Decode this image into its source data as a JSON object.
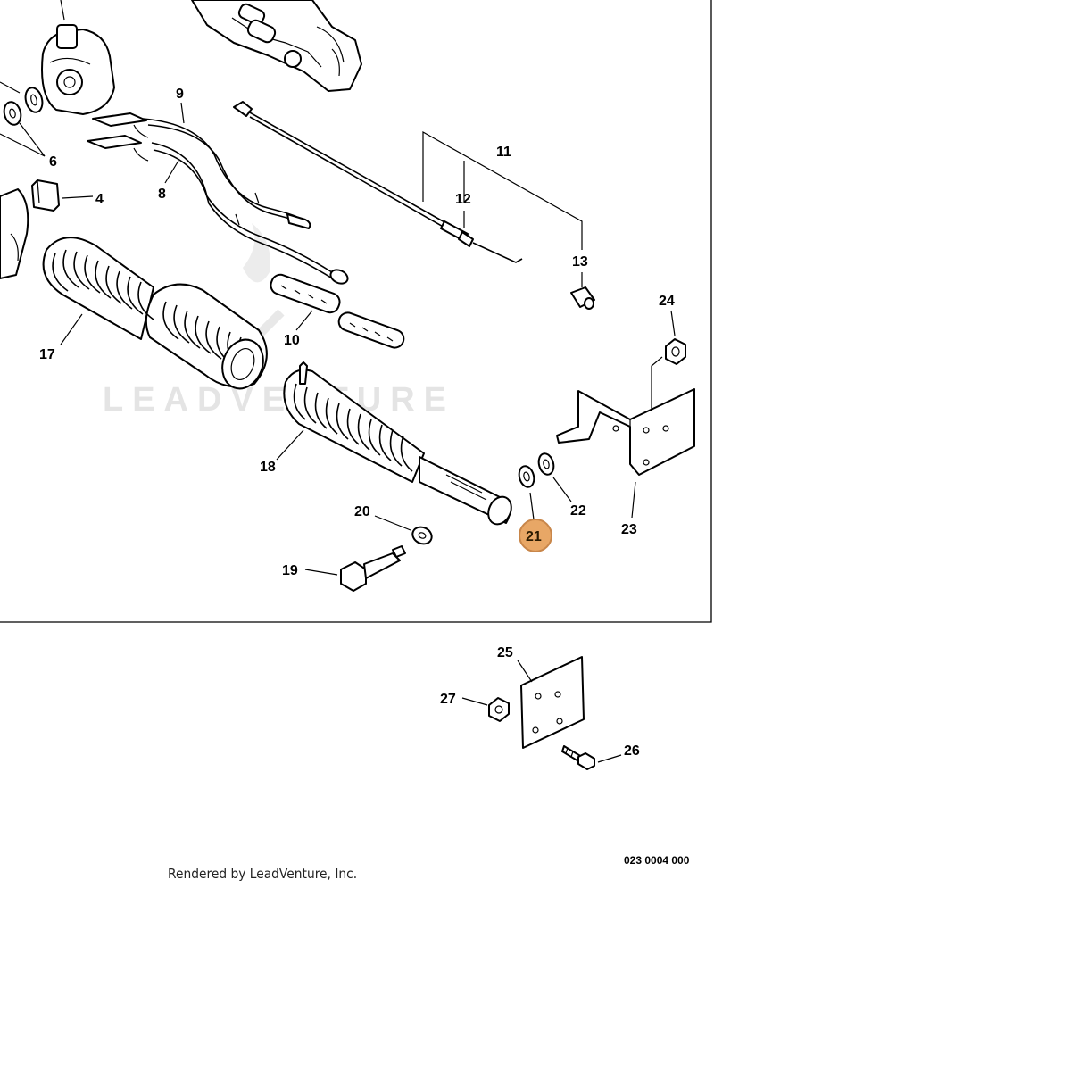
{
  "watermark": {
    "text": "LEADVENTURE"
  },
  "callouts": {
    "c4": "4",
    "c6": "6",
    "c8": "8",
    "c9": "9",
    "c10": "10",
    "c11": "11",
    "c12": "12",
    "c13": "13",
    "c17": "17",
    "c18": "18",
    "c19": "19",
    "c20": "20",
    "c21": "21",
    "c22": "22",
    "c23": "23",
    "c24": "24",
    "c25": "25",
    "c26": "26",
    "c27": "27"
  },
  "highlight": {
    "part": "21",
    "color": "#e8a766",
    "border": "#c8864a"
  },
  "footer": {
    "rendered_by": "Rendered by LeadVenture, Inc.",
    "drawing_code": "023 0004 000"
  }
}
